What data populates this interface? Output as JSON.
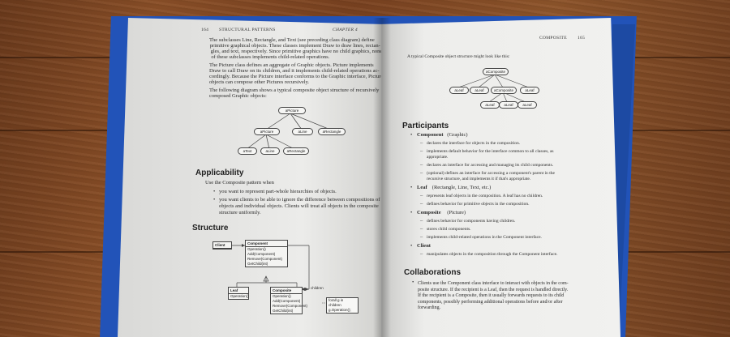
{
  "left_page": {
    "page_number": "164",
    "running_head": "STRUCTURAL PATTERNS",
    "chapter": "CHAPTER 4",
    "intro_lines": [
      "The subclasses Line, Rectangle, and Text (see preceding class diagram) define",
      "primitive graphical objects. These classes implement Draw to draw lines, rectan-",
      "gles, and text, respectively. Since primitive graphics have no child graphics, none",
      "of these subclasses implements child-related operations.",
      "The Picture class defines an aggregate of Graphic objects. Picture implements",
      "Draw to call Draw on its children, and it implements child-related operations ac-",
      "cordingly. Because the Picture interface conforms to the Graphic interface, Picture",
      "objects can compose other Pictures recursively.",
      "The following diagram shows a typical composite object structure of recursively",
      "composed Graphic objects:"
    ],
    "diagram": {
      "root": "aPicture",
      "level1": [
        "aPicture",
        "aLine",
        "aRectangle"
      ],
      "level2": [
        "aText",
        "aLine",
        "aRectangle"
      ]
    },
    "applicability": {
      "heading": "Applicability",
      "lead": "Use the Composite pattern when",
      "bullets": [
        [
          "you want to represent part-whole hierarchies of objects."
        ],
        [
          "you want clients to be able to ignore the difference between compositions of",
          "objects and individual objects. Clients will treat all objects in the composite",
          "structure uniformly."
        ]
      ]
    },
    "structure": {
      "heading": "Structure",
      "client": "Client",
      "component": {
        "name": "Component",
        "ops": [
          "Operation()",
          "Add(Component)",
          "Remove(Component)",
          "GetChild(int)"
        ]
      },
      "leaf": {
        "name": "Leaf",
        "ops": [
          "Operation()"
        ]
      },
      "composite": {
        "name": "Composite",
        "ops": [
          "Operation()",
          "Add(Component)",
          "Remove(Component)",
          "GetChild(int)"
        ]
      },
      "children_label": "children",
      "note": [
        "forall g in children",
        "g.Operation();"
      ]
    }
  },
  "right_page": {
    "running_head": "COMPOSITE",
    "page_number": "165",
    "intro": "A typical Composite object structure might look like this:",
    "diagram": {
      "root": "aComposite",
      "level1": [
        "aLeaf",
        "aLeaf",
        "aComposite",
        "aLeaf"
      ],
      "level2": [
        "aLeaf",
        "aLeaf",
        "aLeaf"
      ]
    },
    "participants": {
      "heading": "Participants",
      "items": [
        {
          "name": "Component",
          "paren": "(Graphic)",
          "subs": [
            [
              "declares the interface for objects in the composition."
            ],
            [
              "implements default behavior for the interface common to all classes, as",
              "appropriate."
            ],
            [
              "declares an interface for accessing and managing its child components."
            ],
            [
              "(optional) defines an interface for accessing a component's parent in the",
              "recursive structure, and implements it if that's appropriate."
            ]
          ]
        },
        {
          "name": "Leaf",
          "paren": "(Rectangle, Line, Text, etc.)",
          "subs": [
            [
              "represents leaf objects in the composition. A leaf has no children."
            ],
            [
              "defines behavior for primitive objects in the composition."
            ]
          ]
        },
        {
          "name": "Composite",
          "paren": "(Picture)",
          "subs": [
            [
              "defines behavior for components having children."
            ],
            [
              "stores child components."
            ],
            [
              "implements child-related operations in the Component interface."
            ]
          ]
        },
        {
          "name": "Client",
          "paren": "",
          "subs": [
            [
              "manipulates objects in the composition through the Component interface."
            ]
          ]
        }
      ]
    },
    "collaborations": {
      "heading": "Collaborations",
      "lines": [
        "Clients use the Component class interface to interact with objects in the com-",
        "posite structure. If the recipient is a Leaf, then the request is handled directly.",
        "If the recipient is a Composite, then it usually forwards requests to its child",
        "components, possibly performing additional operations before and/or after",
        "forwarding."
      ]
    }
  }
}
